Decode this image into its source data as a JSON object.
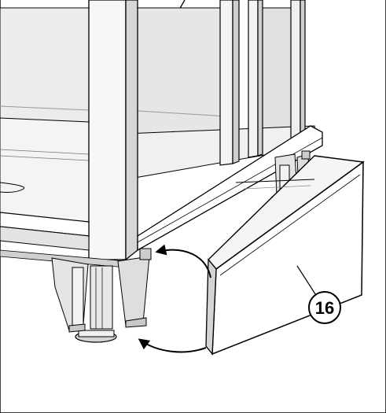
{
  "diagram": {
    "callout_label": "16",
    "part_names": {
      "cabinet": "shower-cabinet",
      "plinth": "plinth-panel",
      "foot": "adjustable-foot",
      "arrow": "mounting-arrow"
    },
    "colors": {
      "line": "#000000",
      "panel_light": "#f2f2f2",
      "panel_mid": "#d9d9d9",
      "panel_dark": "#b8b8b8",
      "paper": "#ffffff"
    }
  }
}
